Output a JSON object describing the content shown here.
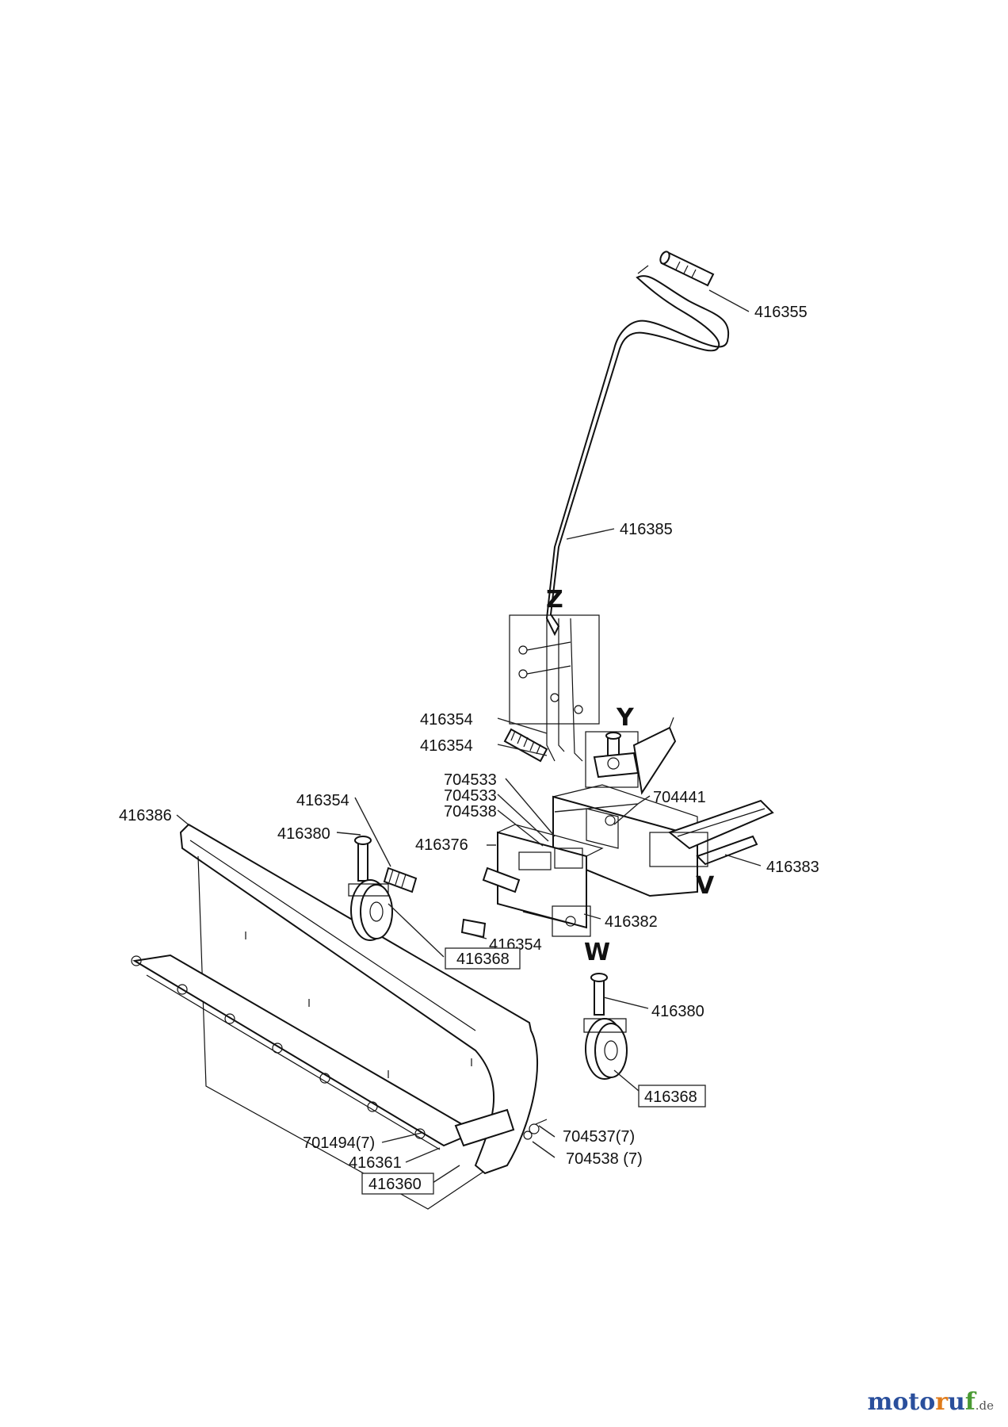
{
  "watermark": {
    "part1": "moto",
    "part2": "r",
    "part3": "u",
    "part4": "f",
    "tld": ".de"
  },
  "section_letters": {
    "z": "Z",
    "y": "Y",
    "v": "V",
    "w": "W"
  },
  "labels": {
    "p416355": "416355",
    "p416385": "416385",
    "p416354_a": "416354",
    "p416354_b": "416354",
    "p704533_a": "704533",
    "p704533_b": "704533",
    "p704538_a": "704538",
    "p704441": "704441",
    "p416386": "416386",
    "p416354_c": "416354",
    "p416380_a": "416380",
    "p416376": "416376",
    "p416383": "416383",
    "p416382": "416382",
    "p416354_d": "416354",
    "p416368_a": "416368",
    "p416380_b": "416380",
    "p416368_b": "416368",
    "p704537": "704537(7)",
    "p704538_b": "704538 (7)",
    "p701494": "701494(7)",
    "p416361": "416361",
    "p416360": "416360"
  }
}
